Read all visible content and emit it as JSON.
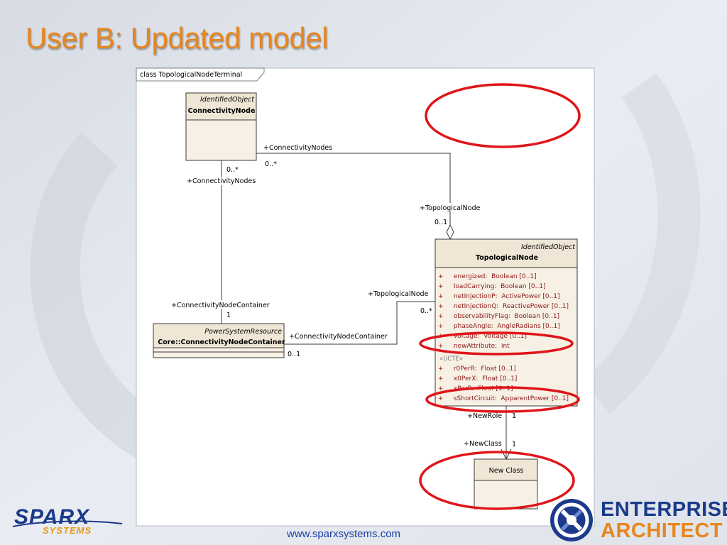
{
  "slide": {
    "title": "User B: Updated model",
    "url": "www.sparxsystems.com"
  },
  "diagram": {
    "frame_label": "class TopologicalNodeTerminal",
    "classes": {
      "connectivity_node": {
        "stereotype": "IdentifiedObject",
        "name": "ConnectivityNode"
      },
      "topological_node": {
        "stereotype": "IdentifiedObject",
        "name": "TopologicalNode",
        "attributes": [
          "+     energized:  Boolean [0..1]",
          "+     loadCarrying:  Boolean [0..1]",
          "+     netInjectionP:  ActivePower [0..1]",
          "+     netInjectionQ:  ReactivePower [0..1]",
          "+     observabilityFlag:  Boolean [0..1]",
          "+     phaseAngle:  AngleRadians [0..1]",
          "+     voltage:  Voltage [0..1]",
          "+     newAttribute:  int"
        ],
        "section_label": "«UCTE»",
        "ucte_attributes": [
          "+     r0PerR:  Float [0..1]",
          "+     x0PerX:  Float [0..1]",
          "+     xPerR:  Float [0..1]",
          "+     sShortCircuit:  ApparentPower [0..1]"
        ]
      },
      "connectivity_node_container": {
        "stereotype": "PowerSystemResource",
        "name": "Core::ConnectivityNodeContainer"
      },
      "new_class": {
        "name": "New Class"
      }
    },
    "labels": {
      "cn_tn_role_cn": "+ConnectivityNodes",
      "cn_tn_mult_cn": "0..*",
      "cn_tn_role_tn": "+TopologicalNode",
      "cn_tn_mult_tn": "0..1",
      "cn_cnc_mult_cn": "0..*",
      "cn_cnc_role_cn": "+ConnectivityNodes",
      "cn_cnc_role_cnc": "+ConnectivityNodeContainer",
      "cn_cnc_mult_cnc": "1",
      "tn_cnc_role_tn": "+TopologicalNode",
      "tn_cnc_mult_tn": "0..*",
      "tn_cnc_role_cnc": "+ConnectivityNodeContainer",
      "tn_cnc_mult_cnc": "0..1",
      "tn_new_role_new": "+NewRole",
      "tn_new_mult_new": "1",
      "tn_new_role_class": "+NewClass",
      "tn_new_mult_class": "1"
    }
  },
  "logos": {
    "sparx_word": "SPARX",
    "sparx_sub": "SYSTEMS",
    "ea_line1": "ENTERPRISE",
    "ea_line2": "ARCHITECT"
  },
  "colors": {
    "title": "#e6861e",
    "class_header": "#efe6d6",
    "class_body": "#f7f0e4",
    "attribute_text": "#8b1a1a",
    "highlight_ellipse": "#e0151a",
    "brand_blue": "#1b3b8a",
    "brand_orange": "#e6861e"
  }
}
